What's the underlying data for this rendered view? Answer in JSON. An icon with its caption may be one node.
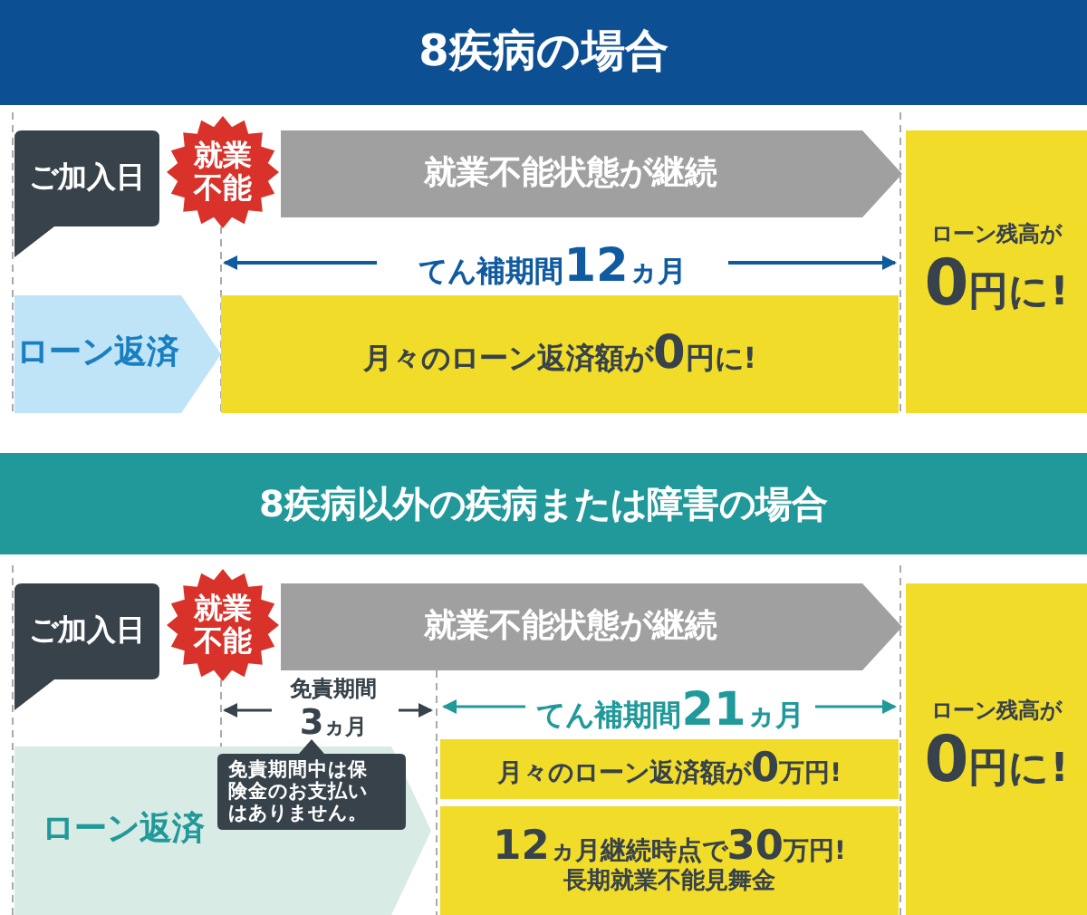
{
  "diagram": {
    "nodes": [
      {
        "text": [
          "8疾病の場合"
        ]
      },
      {
        "text": [
          "ご加入日"
        ]
      },
      {
        "text": [
          "就業不能"
        ]
      },
      {
        "text": [
          "就業不能状態が継続"
        ]
      },
      {
        "text": [
          "ローン返済"
        ]
      },
      {
        "text": [
          "月々のローン返済額が0円に!"
        ]
      },
      {
        "text": [
          "ローン残高が",
          "0円に!"
        ]
      },
      {
        "text": [
          "8疾病以外の疾病または障害の場合"
        ]
      },
      {
        "text": [
          "ご加入日"
        ]
      },
      {
        "text": [
          "就業不能"
        ]
      },
      {
        "text": [
          "就業不能状態が継続"
        ]
      },
      {
        "text": [
          "ローン返済"
        ]
      },
      {
        "text": [
          "免責期間中は保険金のお支払いはありません。"
        ]
      },
      {
        "text": [
          "月々のローン返済額が0万円!"
        ]
      },
      {
        "text": [
          "12ヵ月継続時点で30万円!",
          "長期就業不能見舞金"
        ]
      },
      {
        "text": [
          "ローン残高が",
          "0円に!"
        ]
      }
    ],
    "labels": [
      "てん補期間12ヵ月",
      "免責期間3ヵ月",
      "てん補期間21ヵ月"
    ]
  }
}
